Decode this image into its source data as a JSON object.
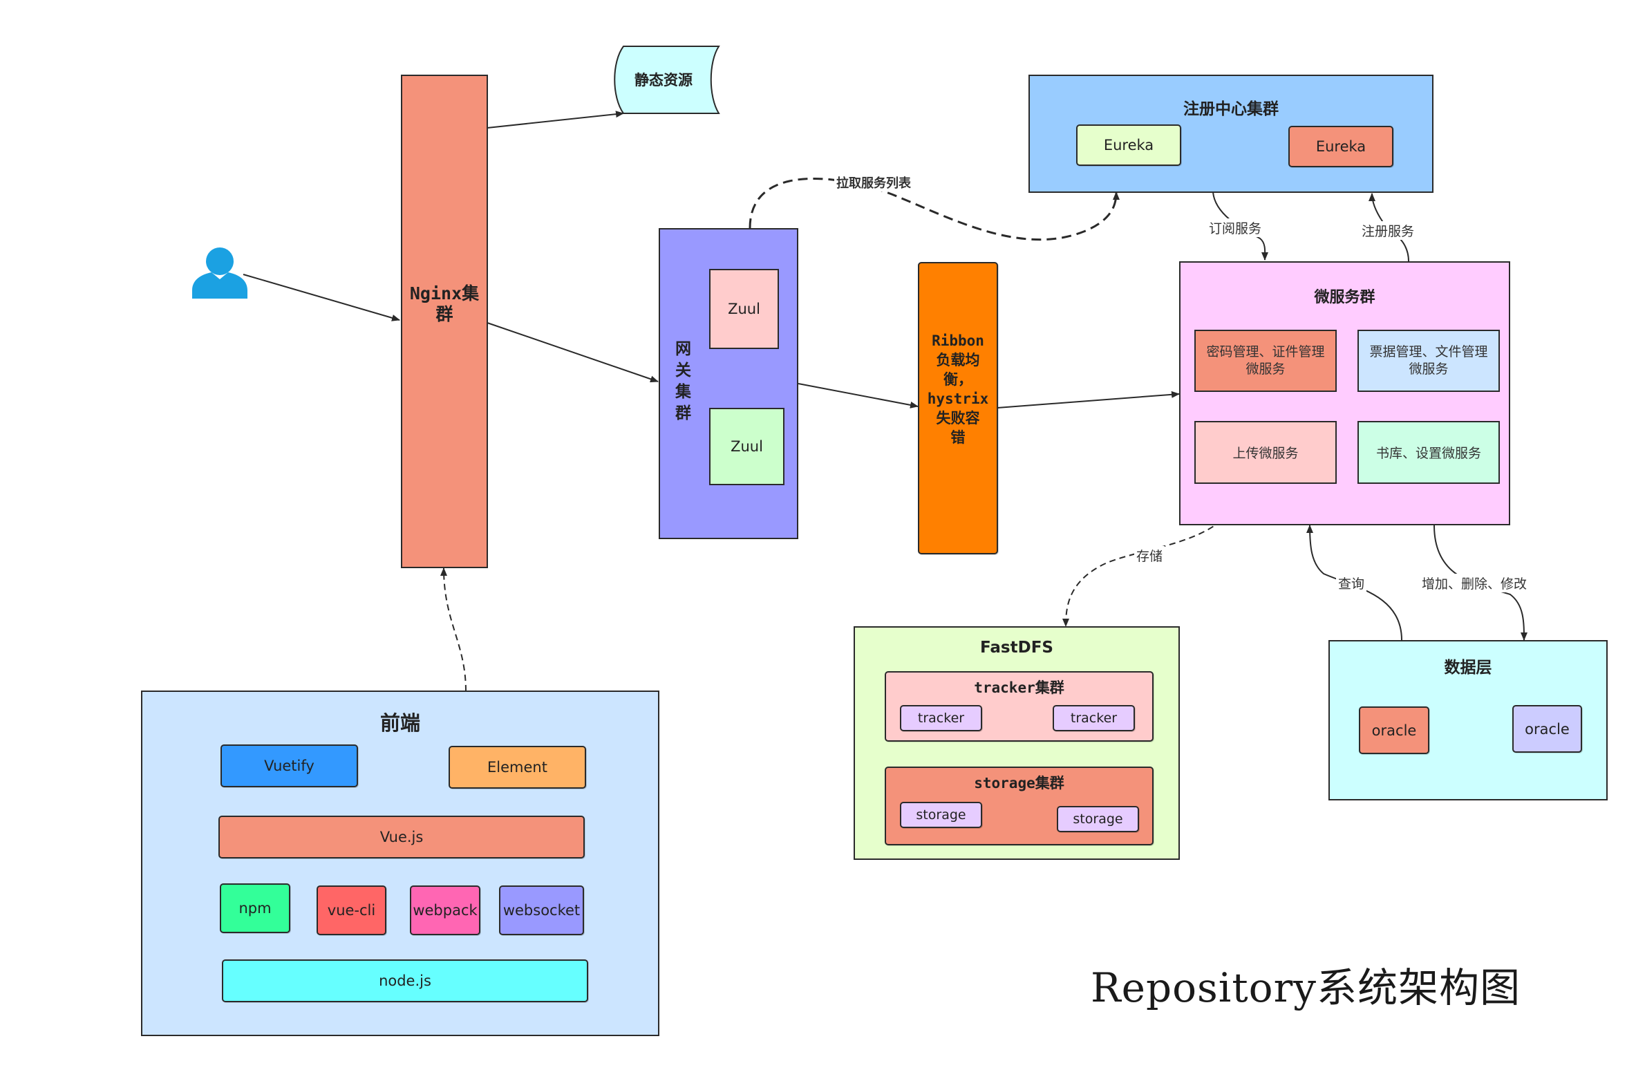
{
  "nginx": {
    "label": "Nginx集\n群"
  },
  "static": {
    "label": "静态资源"
  },
  "gateway": {
    "label": "网\n关\n集\n群",
    "zuul1": "Zuul",
    "zuul2": "Zuul"
  },
  "ribbon": {
    "label": "Ribbon\n负载均\n衡，\nhystrix\n失败容\n错"
  },
  "registry": {
    "title": "注册中心集群",
    "eureka1": "Eureka",
    "eureka2": "Eureka"
  },
  "micro": {
    "title": "微服务群",
    "svc1": "密码管理、证件管理\n微服务",
    "svc2": "票据管理、文件管理\n微服务",
    "svc3": "上传微服务",
    "svc4": "书库、设置微服务"
  },
  "frontend": {
    "title": "前端",
    "vuetify": "Vuetify",
    "element": "Element",
    "vuejs": "Vue.js",
    "npm": "npm",
    "vuecli": "vue-cli",
    "webpack": "webpack",
    "websocket": "websocket",
    "nodejs": "node.js"
  },
  "fastdfs": {
    "title": "FastDFS",
    "tracker_title": "tracker集群",
    "tracker1": "tracker",
    "tracker2": "tracker",
    "storage_title": "storage集群",
    "storage1": "storage",
    "storage2": "storage"
  },
  "datalayer": {
    "title": "数据层",
    "oracle1": "oracle",
    "oracle2": "oracle"
  },
  "edges": {
    "pull_list": "拉取服务列表",
    "subscribe": "订阅服务",
    "register": "注册服务",
    "store": "存储",
    "query": "查询",
    "modify": "增加、删除、修改"
  },
  "footer": {
    "title": "Repository系统架构图"
  },
  "colors": {
    "nginx": "#f4927a",
    "static": "#ccffff",
    "gateway": "#9999ff",
    "zuul1": "#ffcccc",
    "zuul2": "#ccffcc",
    "ribbon": "#ff8000",
    "registry": "#99ccff",
    "micro": "#ffccff",
    "frontend": "#cce5ff",
    "fastdfs": "#e6ffcc",
    "datalayer": "#ccffff",
    "user": "#1ba1e2"
  }
}
